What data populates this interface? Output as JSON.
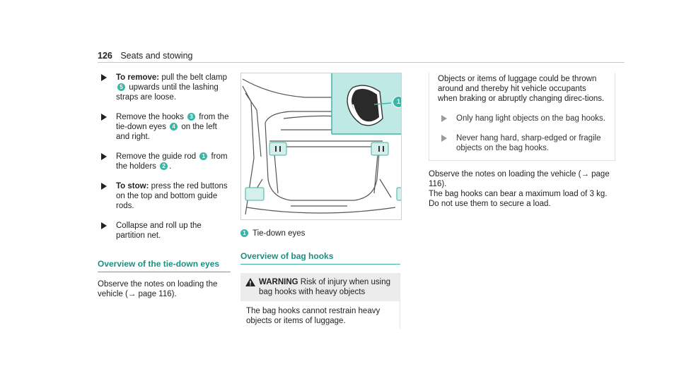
{
  "header": {
    "page_number": "126",
    "title": "Seats and stowing"
  },
  "col1": {
    "step1": {
      "lead": "To remove:",
      "text_a": " pull the belt clamp ",
      "badge": "5",
      "text_b": " upwards until the lashing straps are loose."
    },
    "step2": {
      "text_a": "Remove the hooks ",
      "badge_a": "3",
      "text_b": " from the tie-down eyes ",
      "badge_b": "4",
      "text_c": " on the left and right."
    },
    "step3": {
      "text_a": "Remove the guide rod ",
      "badge_a": "1",
      "text_b": " from the holders ",
      "badge_b": "2",
      "text_c": "."
    },
    "step4": {
      "lead": "To stow:",
      "text": " press the red buttons on the top and bottom guide rods."
    },
    "step5": {
      "text": "Collapse and roll up the partition net."
    },
    "section_title": "Overview of the tie-down eyes",
    "para": "Observe the notes on loading the vehicle (→ page 116)."
  },
  "col2": {
    "figure": {
      "callout": "1"
    },
    "caption": {
      "badge": "1",
      "text": "Tie-down eyes"
    },
    "section_title": "Overview of bag hooks",
    "warning": {
      "label": "WARNING",
      "head_text": " Risk of injury when using bag hooks with heavy objects",
      "body": "The bag hooks cannot restrain heavy objects or items of luggage."
    }
  },
  "col3": {
    "box_text": "Objects or items of luggage could be thrown around and thereby hit vehicle occupants when braking or abruptly changing direc-tions.",
    "bullet1": "Only hang light objects on the bag hooks.",
    "bullet2": "Never hang hard, sharp-edged or fragile objects on the bag hooks.",
    "para1": "Observe the notes on loading the vehicle (→ page 116).",
    "para2": "The bag hooks can bear a maximum load of 3 kg. Do not use them to secure a load."
  },
  "colors": {
    "accent": "#3db5a5",
    "highlight": "#bfe9e4"
  }
}
